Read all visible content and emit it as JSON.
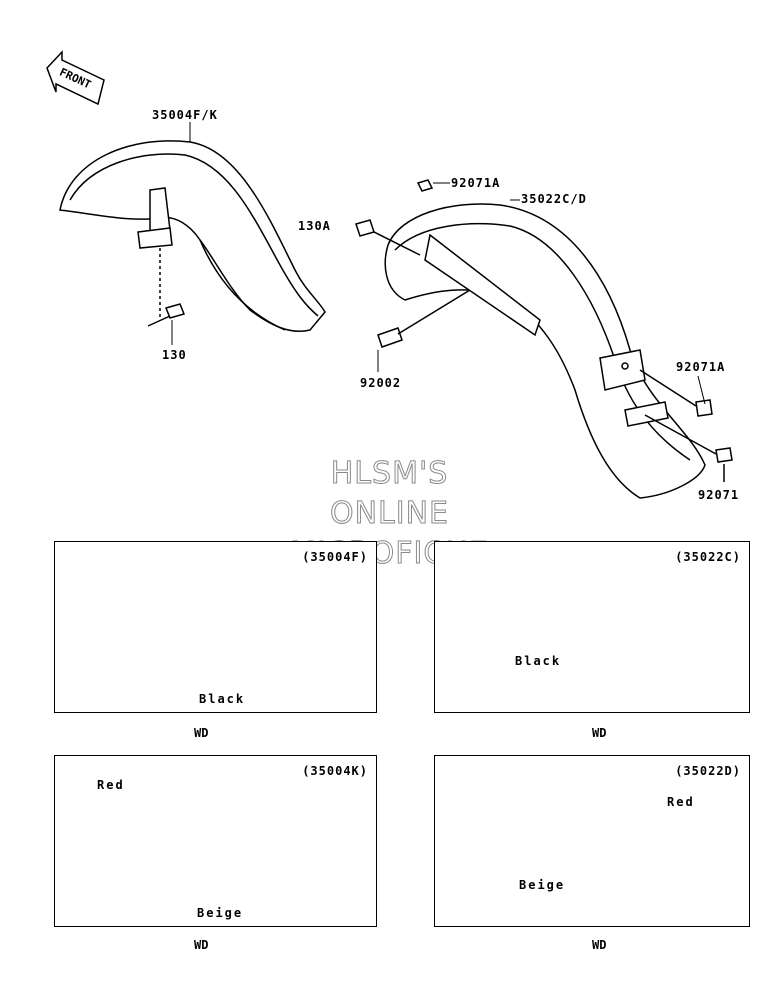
{
  "front_label": "FRONT",
  "top": {
    "part_front_fender": "35004F/K",
    "part_bolt_front": "130",
    "part_rear_fender": "35022C/D",
    "part_cap_top": "92071A",
    "part_bolt_rear": "130A",
    "part_bolt_92002": "92002",
    "part_cap_right": "92071A",
    "part_nut": "92071"
  },
  "watermark": [
    "HLSM'S",
    "ONLINE",
    "MICROFICHE"
  ],
  "panels": [
    {
      "code": "(35004F)",
      "colors": [
        "Black"
      ],
      "note": "WD"
    },
    {
      "code": "(35022C)",
      "colors": [
        "Black"
      ],
      "note": "WD"
    },
    {
      "code": "(35004K)",
      "colors": [
        "Red",
        "Beige"
      ],
      "note": "WD"
    },
    {
      "code": "(35022D)",
      "colors": [
        "Red",
        "Beige"
      ],
      "note": "WD"
    }
  ]
}
